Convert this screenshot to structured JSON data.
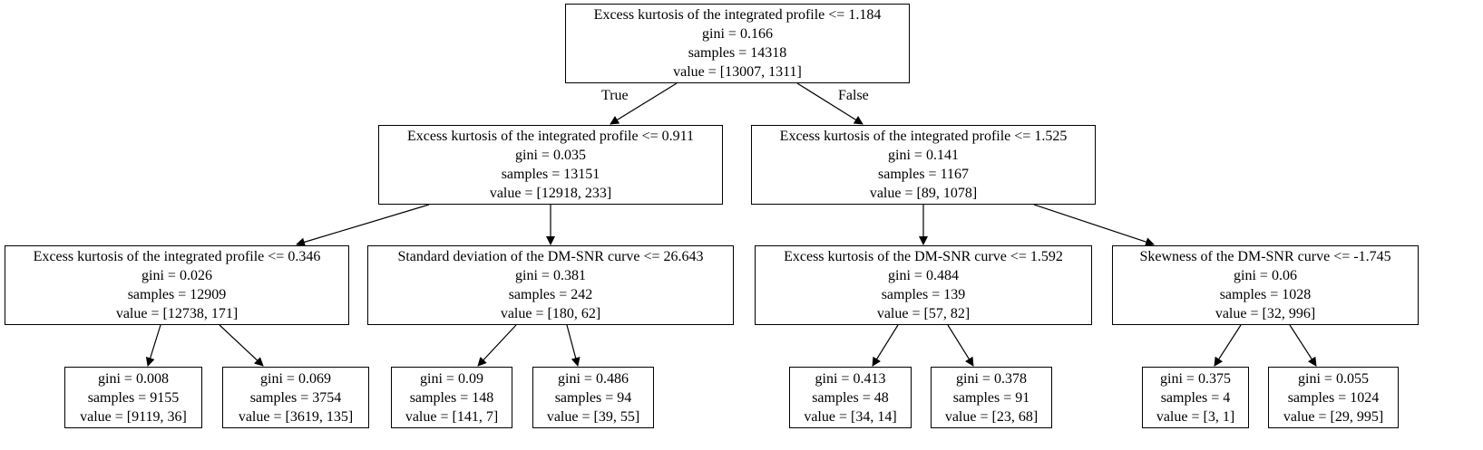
{
  "tree": {
    "branch_labels": {
      "left": "True",
      "right": "False"
    },
    "nodes": {
      "n0": {
        "condition": "Excess kurtosis of the integrated profile <= 1.184",
        "gini": "gini = 0.166",
        "samples": "samples = 14318",
        "value": "value = [13007, 1311]"
      },
      "n1": {
        "condition": "Excess kurtosis of the integrated profile <= 0.911",
        "gini": "gini = 0.035",
        "samples": "samples = 13151",
        "value": "value = [12918, 233]"
      },
      "n2": {
        "condition": "Excess kurtosis of the integrated profile <= 1.525",
        "gini": "gini = 0.141",
        "samples": "samples = 1167",
        "value": "value = [89, 1078]"
      },
      "n3": {
        "condition": "Excess kurtosis of the integrated profile <= 0.346",
        "gini": "gini = 0.026",
        "samples": "samples = 12909",
        "value": "value = [12738, 171]"
      },
      "n4": {
        "condition": "Standard deviation of the DM-SNR curve <= 26.643",
        "gini": "gini = 0.381",
        "samples": "samples = 242",
        "value": "value = [180, 62]"
      },
      "n5": {
        "condition": "Excess kurtosis of the DM-SNR curve <= 1.592",
        "gini": "gini = 0.484",
        "samples": "samples = 139",
        "value": "value = [57, 82]"
      },
      "n6": {
        "condition": "Skewness of the DM-SNR curve <= -1.745",
        "gini": "gini = 0.06",
        "samples": "samples = 1028",
        "value": "value = [32, 996]"
      },
      "n7": {
        "gini": "gini = 0.008",
        "samples": "samples = 9155",
        "value": "value = [9119, 36]"
      },
      "n8": {
        "gini": "gini = 0.069",
        "samples": "samples = 3754",
        "value": "value = [3619, 135]"
      },
      "n9": {
        "gini": "gini = 0.09",
        "samples": "samples = 148",
        "value": "value = [141, 7]"
      },
      "n10": {
        "gini": "gini = 0.486",
        "samples": "samples = 94",
        "value": "value = [39, 55]"
      },
      "n11": {
        "gini": "gini = 0.413",
        "samples": "samples = 48",
        "value": "value = [34, 14]"
      },
      "n12": {
        "gini": "gini = 0.378",
        "samples": "samples = 91",
        "value": "value = [23, 68]"
      },
      "n13": {
        "gini": "gini = 0.375",
        "samples": "samples = 4",
        "value": "value = [3, 1]"
      },
      "n14": {
        "gini": "gini = 0.055",
        "samples": "samples = 1024",
        "value": "value = [29, 995]"
      }
    }
  }
}
